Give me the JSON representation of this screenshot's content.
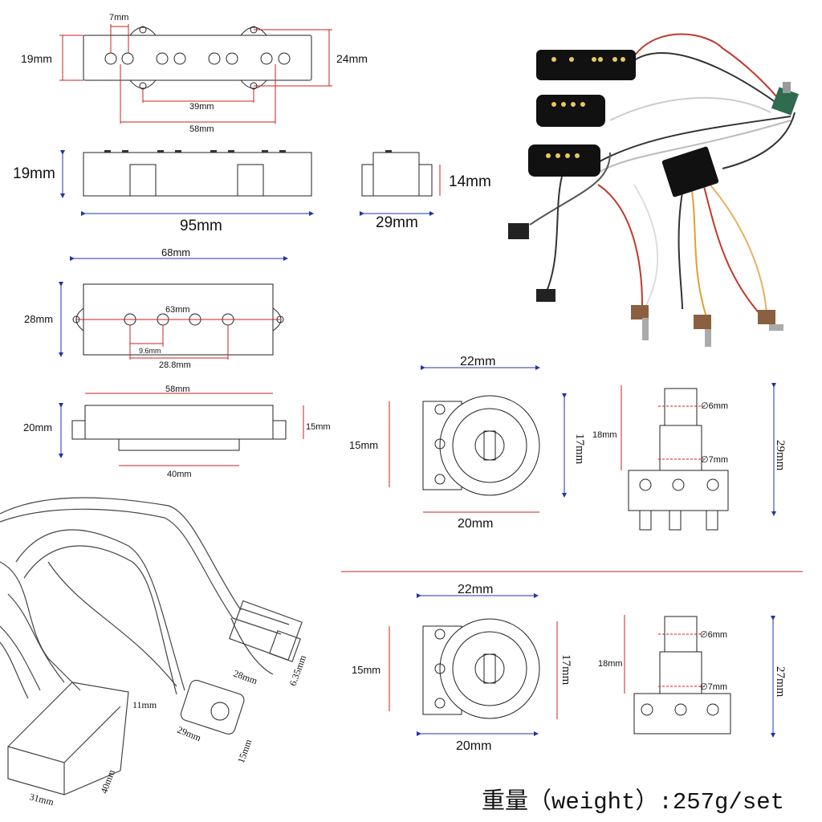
{
  "jbass_top": {
    "w": "19mm",
    "h": "24mm",
    "hole": "7mm",
    "mount": "39mm",
    "span": "58mm"
  },
  "jbass_side": {
    "h": "19mm",
    "w": "95mm"
  },
  "jbass_end": {
    "h": "14mm",
    "w": "29mm"
  },
  "pbass_top": {
    "total": "68mm",
    "h": "28mm",
    "mount": "63mm",
    "pole_pitch": "9.6mm",
    "pole_span": "28.8mm"
  },
  "pbass_side": {
    "top": "58mm",
    "h": "20mm",
    "tab": "15mm",
    "bottom": "40mm"
  },
  "pot1": {
    "w_top": "22mm",
    "h_left": "15mm",
    "h_right": "17mm",
    "w_bottom": "20mm",
    "shaft_h": "18mm",
    "d1": "∅6mm",
    "d2": "∅7mm",
    "total": "29mm"
  },
  "pot2": {
    "w_top": "22mm",
    "h_left": "15mm",
    "h_right": "17mm",
    "w_bottom": "20mm",
    "shaft_h": "18mm",
    "d1": "∅6mm",
    "d2": "∅7mm",
    "total": "27mm"
  },
  "sketch": {
    "jack_l": "28mm",
    "jack_d": "6.35mm",
    "batt_w": "29mm",
    "batt_h": "15mm",
    "box_h": "11mm",
    "box_w": "31mm",
    "box_l": "40mm"
  },
  "caption": "重量（weight）:257g/set"
}
